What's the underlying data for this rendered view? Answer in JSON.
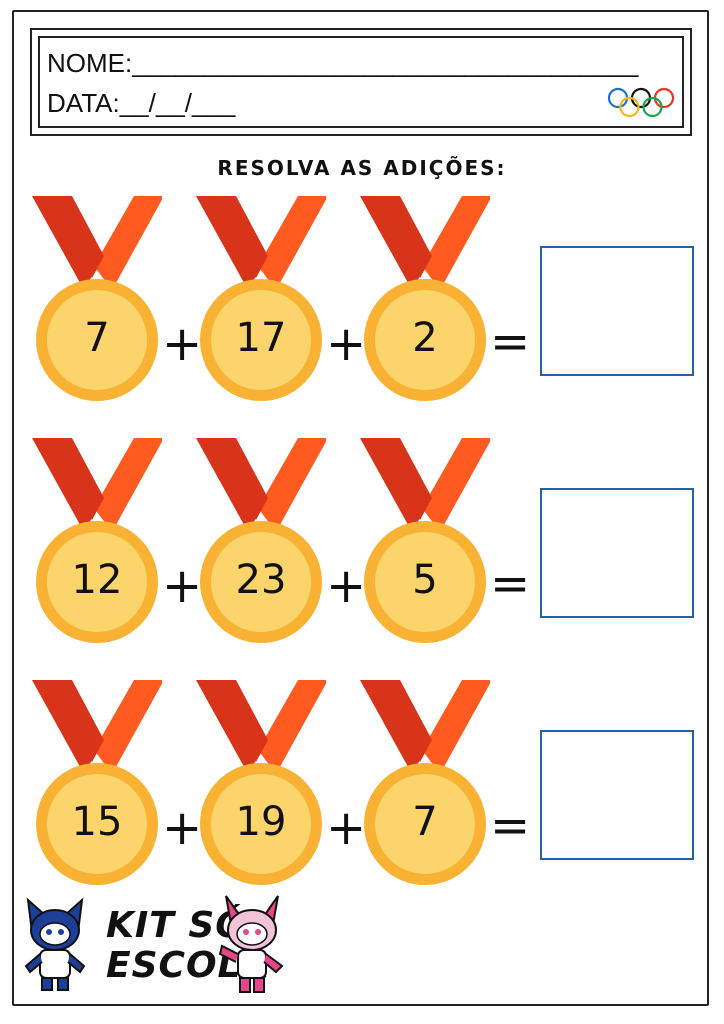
{
  "header": {
    "nome_label": "NOME:___________________________________",
    "data_label": "DATA:__/__/___"
  },
  "instruction": "RESOLVA AS ADIÇÕES:",
  "colors": {
    "ribbon_light": "#ff5a1f",
    "ribbon_dark": "#d8341a",
    "medal_outer": "#f9b233",
    "medal_inner": "#fbd46b",
    "answer_box": "#2a5fa8"
  },
  "problems": [
    {
      "a": "7",
      "b": "17",
      "c": "2",
      "plus": "+",
      "equals": "="
    },
    {
      "a": "12",
      "b": "23",
      "c": "5",
      "plus": "+",
      "equals": "="
    },
    {
      "a": "15",
      "b": "19",
      "c": "7",
      "plus": "+",
      "equals": "="
    }
  ],
  "logo": {
    "line1": "KIT SÓ",
    "line2": "ESCOLA",
    "mascot_left": "blue-mascot-icon",
    "mascot_right": "pink-mascot-icon"
  },
  "rings_icon": "olympic-rings-icon"
}
